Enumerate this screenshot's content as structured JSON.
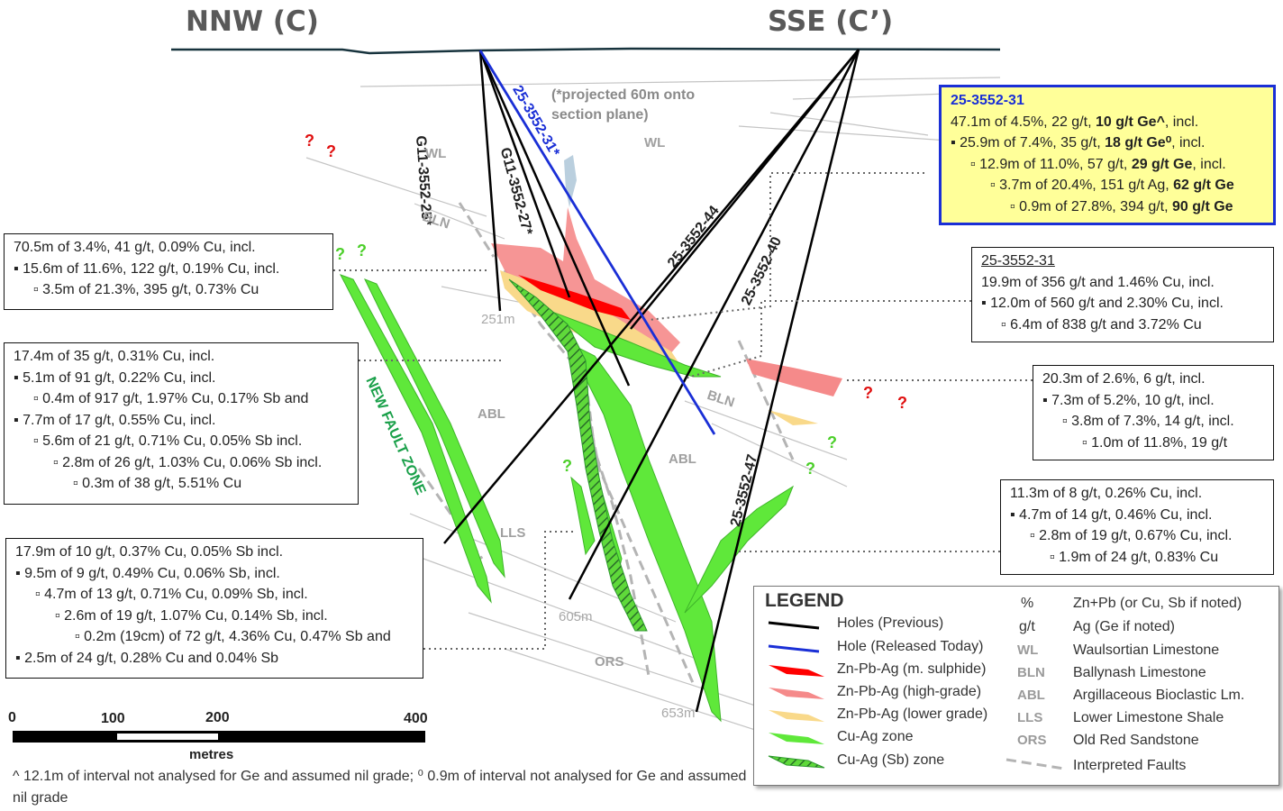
{
  "header": {
    "left": "NNW (C)",
    "right": "SSE (C’)"
  },
  "note_projected": [
    "(*projected 60m onto",
    "section plane)"
  ],
  "holes": {
    "g25": "G11-3552-25*",
    "g27": "G11-3552-27*",
    "h31": "25-3552-31*",
    "h44": "25-3552-44",
    "h40": "25-3552-40",
    "h47": "25-3552-47"
  },
  "units": {
    "wl1": "WL",
    "wl2": "WL",
    "bln1": "BLN",
    "bln2": "BLN",
    "abl1": "ABL",
    "abl2": "ABL",
    "lls": "LLS",
    "ors": "ORS"
  },
  "depths": {
    "d251": "251m",
    "d605": "605m",
    "d653": "653m"
  },
  "fault_label": "NEW FAULT ZONE",
  "q": "?",
  "box_highlight": {
    "title": "25-3552-31",
    "lines": [
      {
        "pre": "47.1m of 4.5%, 22 g/t, ",
        "bold": "10 g/t Ge^",
        "post": ", incl."
      },
      {
        "pre": "▪ 25.9m of 7.4%, 35 g/t, ",
        "bold": "18 g/t Ge⁰",
        "post": ", incl."
      },
      {
        "pre": "▫ 12.9m of 11.0%, 57 g/t, ",
        "bold": "29 g/t Ge",
        "post": ", incl."
      },
      {
        "pre": "▫ 3.7m of 20.4%, 151 g/t Ag, ",
        "bold": "62 g/t Ge",
        "post": ""
      },
      {
        "pre": "▫ 0.9m of 27.8%, 394 g/t, ",
        "bold": "90 g/t Ge",
        "post": ""
      }
    ]
  },
  "box_31cu": {
    "title": "25-3552-31",
    "lines": [
      "19.9m of 356 g/t and 1.46% Cu, incl.",
      "▪ 12.0m of 560 g/t and 2.30% Cu, incl.",
      "▫ 6.4m of 838 g/t and 3.72% Cu"
    ]
  },
  "box_a": {
    "lines": [
      "70.5m of 3.4%, 41 g/t, 0.09% Cu, incl.",
      "▪ 15.6m of 11.6%, 122 g/t, 0.19% Cu, incl.",
      "▫ 3.5m of 21.3%, 395 g/t, 0.73% Cu"
    ]
  },
  "box_b": {
    "lines": [
      "17.4m of 35 g/t, 0.31% Cu, incl.",
      "▪ 5.1m of 91 g/t, 0.22% Cu, incl.",
      "▫ 0.4m of 917 g/t, 1.97% Cu, 0.17% Sb and",
      "▪ 7.7m of 17 g/t, 0.55% Cu, incl.",
      "▫ 5.6m of 21 g/t, 0.71% Cu, 0.05% Sb incl.",
      "▫ 2.8m of 26 g/t, 1.03% Cu, 0.06% Sb incl.",
      "▫ 0.3m of 38 g/t, 5.51% Cu"
    ]
  },
  "box_c": {
    "lines": [
      "17.9m of 10 g/t, 0.37% Cu, 0.05% Sb incl.",
      "▪ 9.5m of 9 g/t, 0.49% Cu, 0.06% Sb, incl.",
      "▫ 4.7m of 13 g/t, 0.71% Cu, 0.09% Sb, incl.",
      "▫ 2.6m of 19 g/t, 1.07% Cu, 0.14% Sb, incl.",
      "▫ 0.2m (19cm) of 72 g/t, 4.36% Cu, 0.47% Sb and",
      "▪ 2.5m of 24 g/t, 0.28% Cu and 0.04% Sb"
    ]
  },
  "box_d": {
    "lines": [
      "20.3m of 2.6%, 6 g/t, incl.",
      "▪ 7.3m of 5.2%, 10 g/t, incl.",
      "▫ 3.8m of 7.3%, 14 g/t, incl.",
      "▫ 1.0m of 11.8%, 19 g/t"
    ]
  },
  "box_e": {
    "lines": [
      "11.3m of 8 g/t, 0.26% Cu, incl.",
      "▪ 4.7m of 14 g/t, 0.46% Cu, incl.",
      "▫ 2.8m of 19 g/t, 0.67% Cu, incl.",
      "▫ 1.9m of 24 g/t, 0.83% Cu"
    ]
  },
  "legend": {
    "title": "LEGEND",
    "items": [
      "Holes (Previous)",
      "Hole (Released Today)",
      "Zn-Pb-Ag (m. sulphide)",
      "Zn-Pb-Ag (high-grade)",
      "Zn-Pb-Ag (lower grade)",
      "Cu-Ag zone",
      "Cu-Ag (Sb) zone"
    ],
    "units": [
      {
        "abbr": "%",
        "name": "Zn+Pb (or Cu, Sb if noted)"
      },
      {
        "abbr": "g/t",
        "name": "Ag (Ge if noted)"
      },
      {
        "abbr": "WL",
        "name": "Waulsortian Limestone"
      },
      {
        "abbr": "BLN",
        "name": "Ballynash Limestone"
      },
      {
        "abbr": "ABL",
        "name": "Argillaceous Bioclastic Lm."
      },
      {
        "abbr": "LLS",
        "name": "Lower Limestone Shale"
      },
      {
        "abbr": "ORS",
        "name": "Old Red Sandstone"
      }
    ],
    "faults": "Interpreted Faults",
    "colors": {
      "hole_prev": "#000000",
      "hole_today": "#1a2fd6",
      "massive": "#ff0000",
      "high_grade": "#f58a8a",
      "lower_grade": "#f9d98a",
      "cu_ag": "#5fe83a",
      "cu_ag_sb": "#2e9a2e",
      "fault": "#b4b4b4"
    }
  },
  "scale": {
    "ticks": [
      "0",
      "100",
      "200",
      "400"
    ],
    "unit": "metres"
  },
  "footnote": "^ 12.1m of interval not analysed for Ge and assumed nil grade; ⁰ 0.9m of interval not analysed for Ge and assumed nil grade"
}
